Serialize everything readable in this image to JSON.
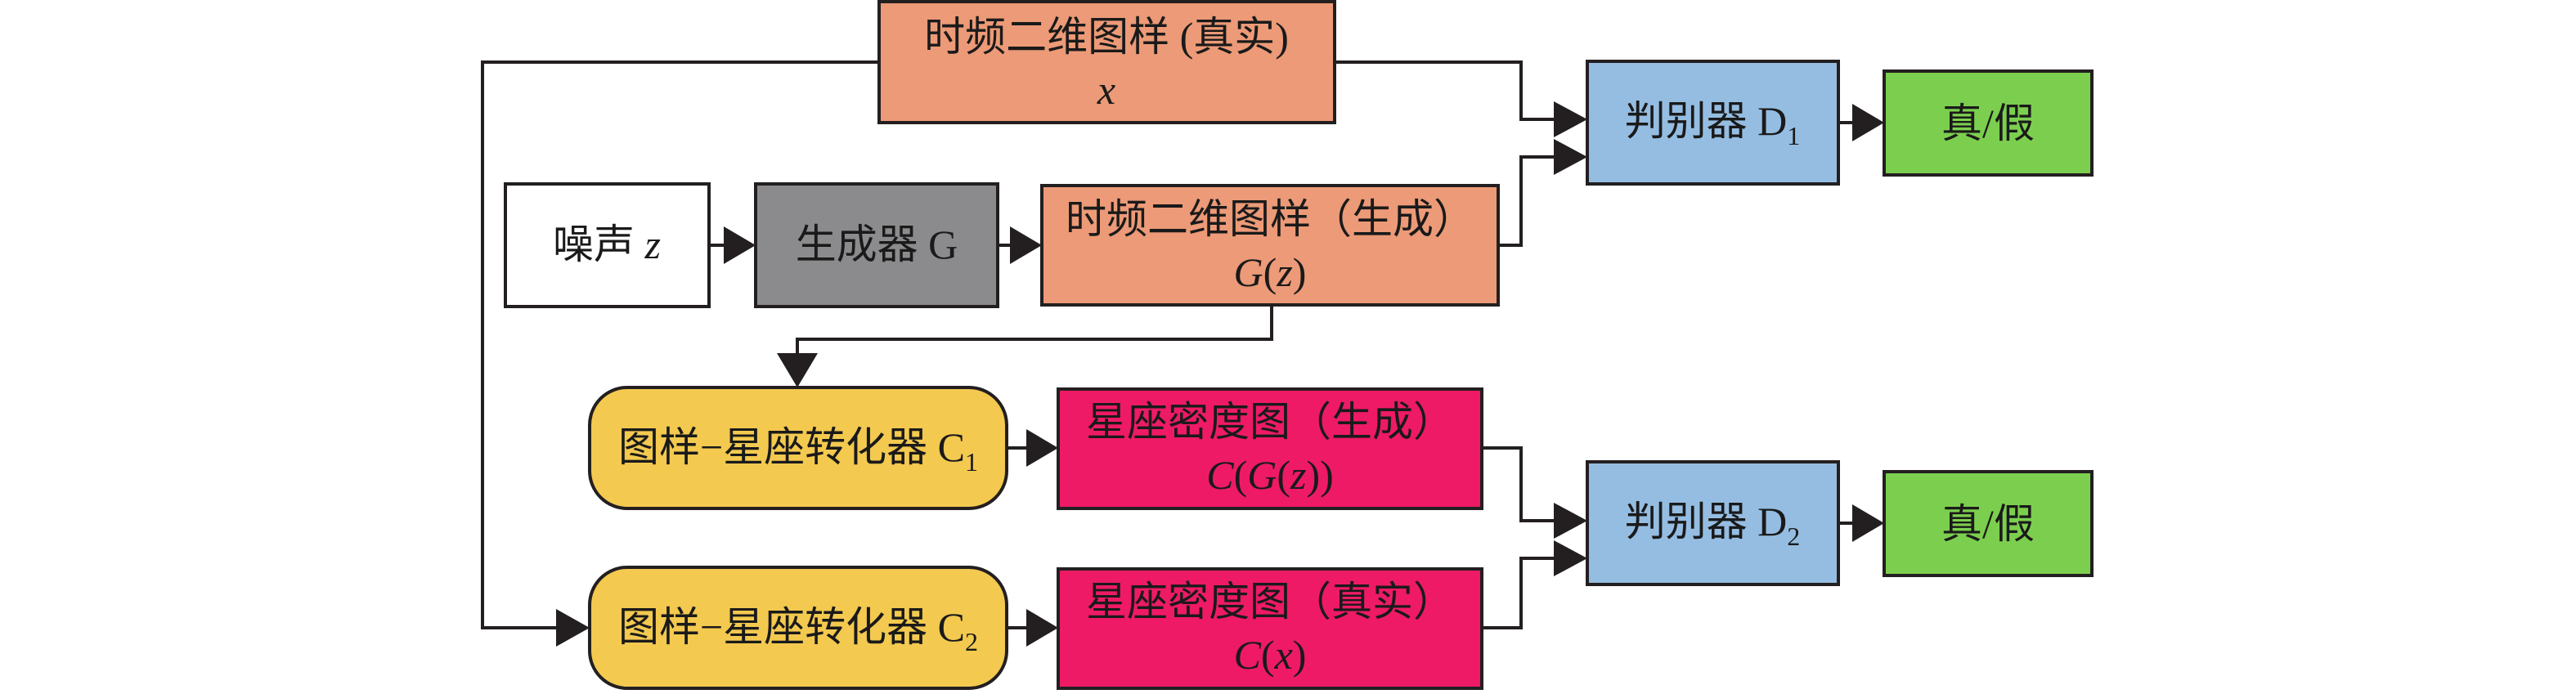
{
  "colors": {
    "real_sample": "#ec9a77",
    "noise": "#ffffff",
    "generator": "#8b8b8d",
    "discriminator": "#95bde2",
    "output": "#7ccf4e",
    "converter": "#f3c94f",
    "density_map": "#ee1a66",
    "line": "#231f20"
  },
  "nodes": {
    "real_sample": {
      "line1": "时频二维图样 (真实)",
      "line2": "x"
    },
    "noise": {
      "label": "噪声 ",
      "var": "z"
    },
    "generator": {
      "label": "生成器 G"
    },
    "generated_sample": {
      "line1": "时频二维图样（生成）",
      "line2_a": "G",
      "line2_b": "(",
      "line2_c": "z",
      "line2_d": ")"
    },
    "discriminator_1": {
      "label": "判别器 D",
      "sub": "1"
    },
    "output_1": {
      "label": "真/假"
    },
    "converter_1": {
      "label": "图样−星座转化器 C",
      "sub": "1"
    },
    "density_generated": {
      "line1": "星座密度图（生成）",
      "line2_a": "C",
      "line2_b": "(",
      "line2_c": "G",
      "line2_d": "(",
      "line2_e": "z",
      "line2_f": "))"
    },
    "discriminator_2": {
      "label": "判别器 D",
      "sub": "2"
    },
    "output_2": {
      "label": "真/假"
    },
    "converter_2": {
      "label": "图样−星座转化器 C",
      "sub": "2"
    },
    "density_real": {
      "line1": "星座密度图（真实）",
      "line2_a": "C",
      "line2_b": "(",
      "line2_c": "x",
      "line2_d": ")"
    }
  }
}
